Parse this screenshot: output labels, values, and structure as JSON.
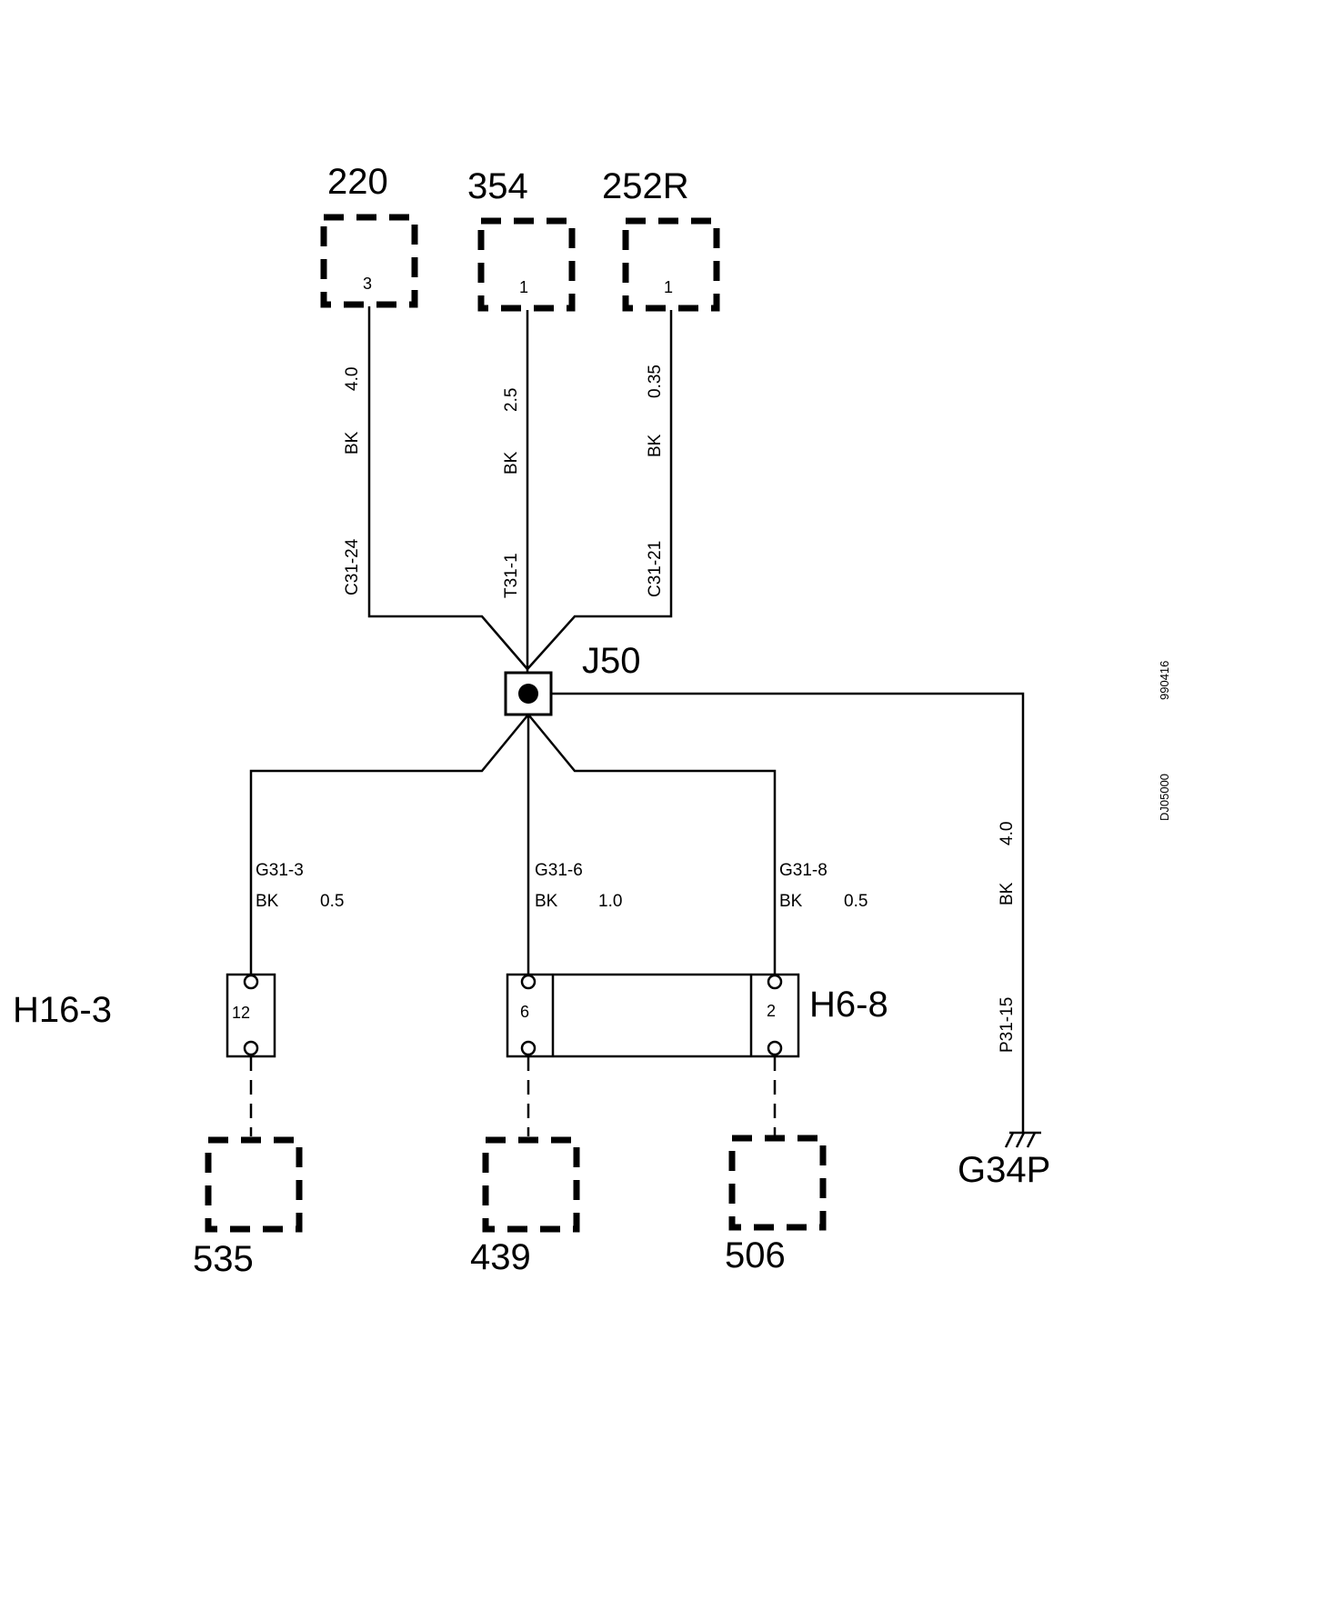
{
  "components": {
    "c220": {
      "label": "220",
      "pin": "3"
    },
    "c354": {
      "label": "354",
      "pin": "1"
    },
    "c252r": {
      "label": "252R",
      "pin": "1"
    },
    "c535": {
      "label": "535"
    },
    "c439": {
      "label": "439"
    },
    "c506": {
      "label": "506"
    }
  },
  "splice": {
    "label": "J50"
  },
  "ground": {
    "label": "G34P"
  },
  "connectors": {
    "h16": {
      "label": "H16-3",
      "pin": "12"
    },
    "h6": {
      "label": "H6-8",
      "pin_left": "6",
      "pin_right": "2"
    }
  },
  "wires": {
    "w220": {
      "size": "4.0",
      "color": "BK",
      "circuit": "C31-24"
    },
    "w354": {
      "size": "2.5",
      "color": "BK",
      "circuit": "T31-1"
    },
    "w252r": {
      "size": "0.35",
      "color": "BK",
      "circuit": "C31-21"
    },
    "wg3": {
      "circuit": "G31-3",
      "color": "BK",
      "size": "0.5"
    },
    "wg6": {
      "circuit": "G31-6",
      "color": "BK",
      "size": "1.0"
    },
    "wg8": {
      "circuit": "G31-8",
      "color": "BK",
      "size": "0.5"
    },
    "wgnd": {
      "size": "4.0",
      "color": "BK",
      "circuit": "P31-15"
    }
  },
  "doc_codes": {
    "date_code": "990416",
    "drawing_code": "DJ05000"
  }
}
